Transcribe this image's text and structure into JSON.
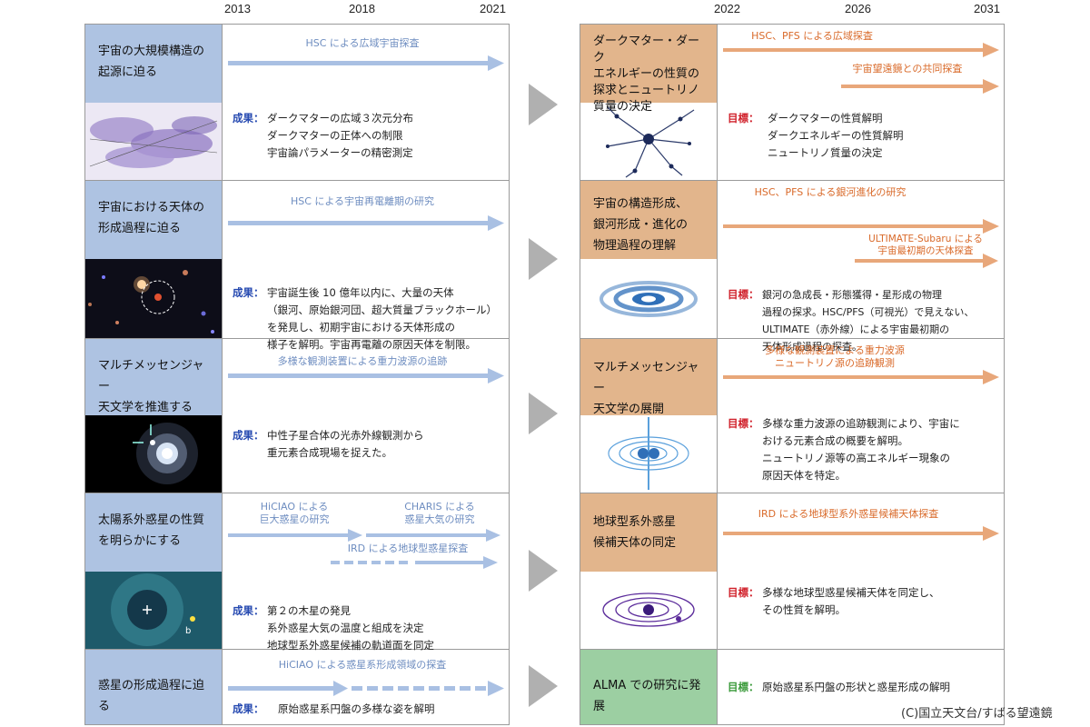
{
  "years_left": [
    "2013",
    "2018",
    "2021"
  ],
  "years_right": [
    "2022",
    "2026",
    "2031"
  ],
  "left": [
    {
      "label": "宇宙の大規模構造の\n起源に迫る",
      "arrows": [
        "HSC による広域宇宙探査"
      ],
      "key": "成果：",
      "text": "ダークマターの広域３次元分布\nダークマターの正体への制限\n宇宙論パラメーターの精密測定",
      "image": "dark-matter-3d-map"
    },
    {
      "label": "宇宙における天体の\n形成過程に迫る",
      "arrows": [
        "HSC による宇宙再電離期の研究"
      ],
      "key": "成果：",
      "text": "宇宙誕生後 10 億年以内に、大量の天体\n（銀河、原始銀河団、超大質量ブラックホール）\nを発見し、初期宇宙における天体形成の\n様子を解明。宇宙再電離の原因天体を制限。",
      "image": "early-galaxy-field"
    },
    {
      "label": "マルチメッセンジャー\n天文学を推進する",
      "arrows": [
        "多様な観測装置による重力波源の追跡"
      ],
      "key": "成果：",
      "text": "中性子星合体の光赤外線観測から\n重元素合成現場を捉えた。",
      "image": "kilonova-galaxy"
    },
    {
      "label": "太陽系外惑星の性質\nを明らかにする",
      "arrows": [
        "HiCIAO による\n巨大惑星の研究",
        "CHARIS による\n惑星大気の研究",
        "IRD による地球型惑星探査"
      ],
      "key": "成果：",
      "text": "第２の木星の発見\n系外惑星大気の温度と組成を決定\n地球型系外惑星候補の軌道面を同定",
      "image": "exoplanet-direct-image",
      "image_label": "b"
    },
    {
      "label": "惑星の形成過程に迫る",
      "arrows": [
        "HiCIAO による惑星系形成領域の探査"
      ],
      "key": "成果：",
      "text": "原始惑星系円盤の多様な姿を解明"
    }
  ],
  "right": [
    {
      "label": "ダークマター・ダーク\nエネルギーの性質の\n探求とニュートリノ\n質量の決定",
      "arrows": [
        "HSC、PFS による広域探査",
        "宇宙望遠鏡との共同探査"
      ],
      "key": "目標：",
      "text": "ダークマターの性質解明\nダークエネルギーの性質解明\nニュートリノ質量の決定",
      "icon": "cosmic-web-icon"
    },
    {
      "label": "宇宙の構造形成、\n銀河形成・進化の\n物理過程の理解",
      "arrows": [
        "HSC、PFS による銀河進化の研究",
        "ULTIMATE-Subaru による\n宇宙最初期の天体探査"
      ],
      "key": "目標：",
      "text": "銀河の急成長・形態獲得・星形成の物理\n過程の探求。HSC/PFS（可視光）で見えない、\nULTIMATE（赤外線）による宇宙最初期の\n天体形成過程の探査。",
      "icon": "spiral-galaxy-icon"
    },
    {
      "label": "マルチメッセンジャー\n天文学の展開",
      "arrows": [
        "多様な観測装置による重力波源\nニュートリノ源の追跡観測"
      ],
      "key": "目標：",
      "text": "多様な重力波源の追跡観測により、宇宙に\nおける元素合成の概要を解明。\nニュートリノ源等の高エネルギー現象の\n原因天体を特定。",
      "icon": "neutron-star-merger-icon"
    },
    {
      "label": "地球型系外惑星\n候補天体の同定",
      "arrows": [
        "IRD による地球型系外惑星候補天体探査"
      ],
      "key": "目標：",
      "text": "多様な地球型惑星候補天体を同定し、\nその性質を解明。",
      "icon": "planetary-system-icon"
    },
    {
      "label": "ALMA での研究に発展",
      "key": "目標：",
      "text": "原始惑星系円盤の形状と惑星形成の解明"
    }
  ],
  "credit": "(C)国立天文台/すばる望遠鏡",
  "colors": {
    "blue_label": "#aec3e2",
    "tan_label": "#e2b58c",
    "green_label": "#9ccfa2",
    "blue_arrow": "#a9c0e3",
    "orange_arrow": "#e8a77a",
    "gray_arrow": "#b0b0b0"
  }
}
